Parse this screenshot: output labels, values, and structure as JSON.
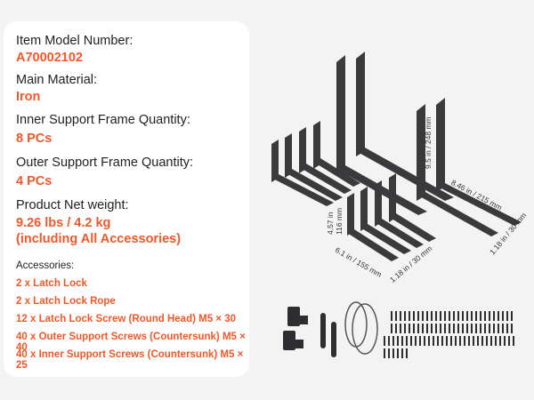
{
  "specs": [
    {
      "label": "Item Model Number:",
      "value": "A70002102"
    },
    {
      "label": "Main Material:",
      "value": "Iron"
    },
    {
      "label": "Inner Support Frame Quantity:",
      "value": "8 PCs"
    },
    {
      "label": "Outer Support Frame Quantity:",
      "value": "4 PCs"
    },
    {
      "label": "Product Net weight:",
      "value": "9.26 lbs / 4.2 kg",
      "value2": "(including All Accessories)"
    }
  ],
  "accessories": {
    "heading": "Accessories:",
    "items": [
      "2 x Latch Lock",
      "2 x Latch Lock Rope",
      "12 x Latch Lock Screw (Round Head) M5 × 30",
      "40 x Outer Support Screws (Countersunk) M5 × 40",
      "40 x Inner Support Screws (Countersunk) M5 × 25"
    ]
  },
  "dimensions": {
    "outer_height": "9.5 in / 248 mm",
    "outer_length": "8.46 in / 215 mm",
    "outer_width": "1.18 in / 30 mm",
    "inner_height": "4.57 in",
    "inner_height_mm": "116 mm",
    "inner_length": "6.1 in / 155 mm",
    "inner_width": "1.18 in / 30 mm"
  },
  "colors": {
    "accent": "#f0582a",
    "metal": "#3a3a3c"
  }
}
